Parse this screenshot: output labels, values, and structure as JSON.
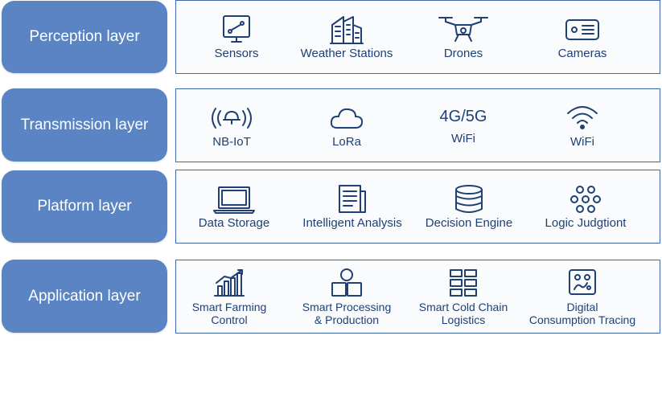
{
  "layers": [
    {
      "label_bold": "Perception",
      "label_rest": " layer",
      "items": [
        {
          "label": "Sensors",
          "icon": "sensor-monitor-icon"
        },
        {
          "label": "Weather Stations",
          "icon": "building-icon"
        },
        {
          "label": "Drones",
          "icon": "drone-icon"
        },
        {
          "label": "Cameras",
          "icon": "camera-icon"
        }
      ]
    },
    {
      "label": "Transmission layer",
      "items": [
        {
          "label": "NB-IoT",
          "icon": "radio-signal-icon"
        },
        {
          "label": "LoRa",
          "icon": "cloud-icon"
        },
        {
          "label_top": "4G/5G",
          "label": "WiFi"
        },
        {
          "label": "WiFi",
          "icon": "wifi-icon"
        }
      ]
    },
    {
      "label": "Platform layer",
      "items": [
        {
          "label": "Data Storage",
          "icon": "laptop-icon"
        },
        {
          "label": "Intelligent Analysis",
          "icon": "document-icon"
        },
        {
          "label": "Decision Engine",
          "icon": "database-icon"
        },
        {
          "label": "Logic Judgtiont",
          "icon": "network-icon"
        }
      ]
    },
    {
      "label": "Application layer",
      "items": [
        {
          "label_line1": "Smart Farming",
          "label_line2": "Control",
          "icon": "bar-chart-icon"
        },
        {
          "label_line1": "Smart Processing",
          "label_line2": "& Production",
          "icon": "process-blocks-icon"
        },
        {
          "label_line1": "Smart Cold Chain",
          "label_line2": "Logistics",
          "icon": "grid-icon"
        },
        {
          "label_line1": "Digital",
          "label_line2": "Consumption Tracing",
          "icon": "tracing-icon"
        }
      ]
    }
  ]
}
